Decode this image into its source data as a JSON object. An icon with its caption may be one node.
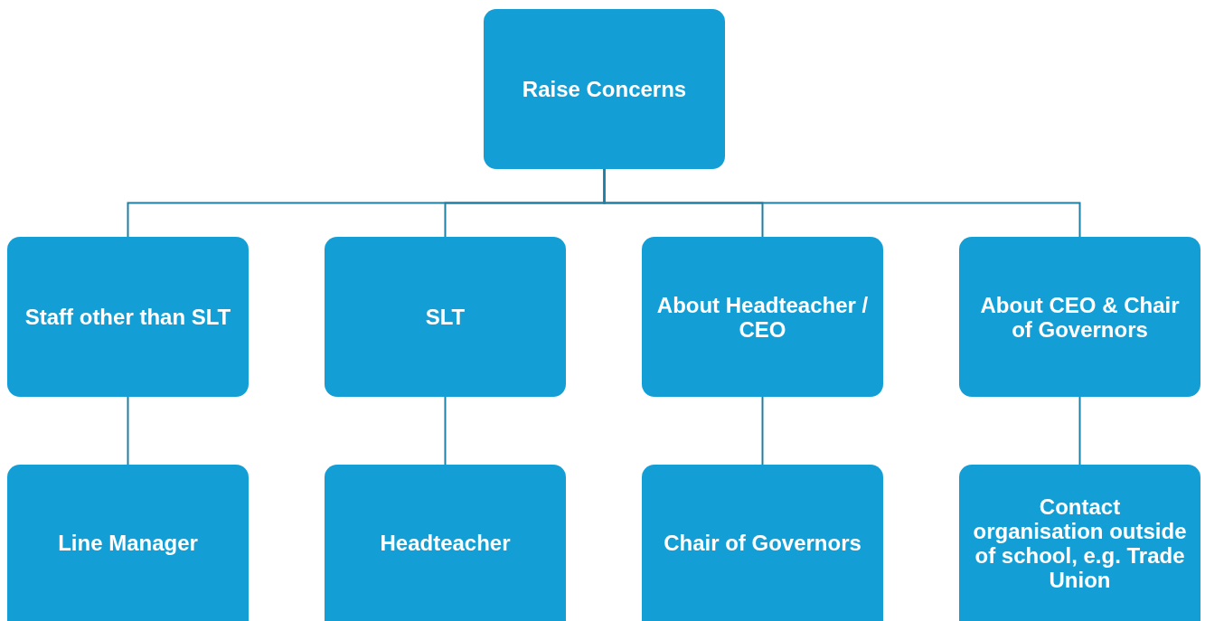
{
  "diagram": {
    "nodes": [
      {
        "text": [
          "Raise Concerns"
        ]
      },
      {
        "text": [
          "Staff other than SLT"
        ]
      },
      {
        "text": [
          "SLT"
        ]
      },
      {
        "text": [
          "About Headteacher / CEO"
        ]
      },
      {
        "text": [
          "About CEO & Chair of Governors"
        ]
      },
      {
        "text": [
          "Line Manager"
        ]
      },
      {
        "text": [
          "Headteacher"
        ]
      },
      {
        "text": [
          "Chair of Governors"
        ]
      },
      {
        "text": [
          "Contact organisation outside of school, e.g. Trade Union"
        ]
      }
    ],
    "edges": [
      {
        "from": 0,
        "to": 1,
        "arrow": "none"
      },
      {
        "from": 0,
        "to": 2,
        "arrow": "none"
      },
      {
        "from": 0,
        "to": 3,
        "arrow": "none"
      },
      {
        "from": 0,
        "to": 4,
        "arrow": "none"
      },
      {
        "from": 1,
        "to": 5,
        "arrow": "none"
      },
      {
        "from": 2,
        "to": 6,
        "arrow": "none"
      },
      {
        "from": 3,
        "to": 7,
        "arrow": "none"
      },
      {
        "from": 4,
        "to": 8,
        "arrow": "none"
      }
    ]
  }
}
